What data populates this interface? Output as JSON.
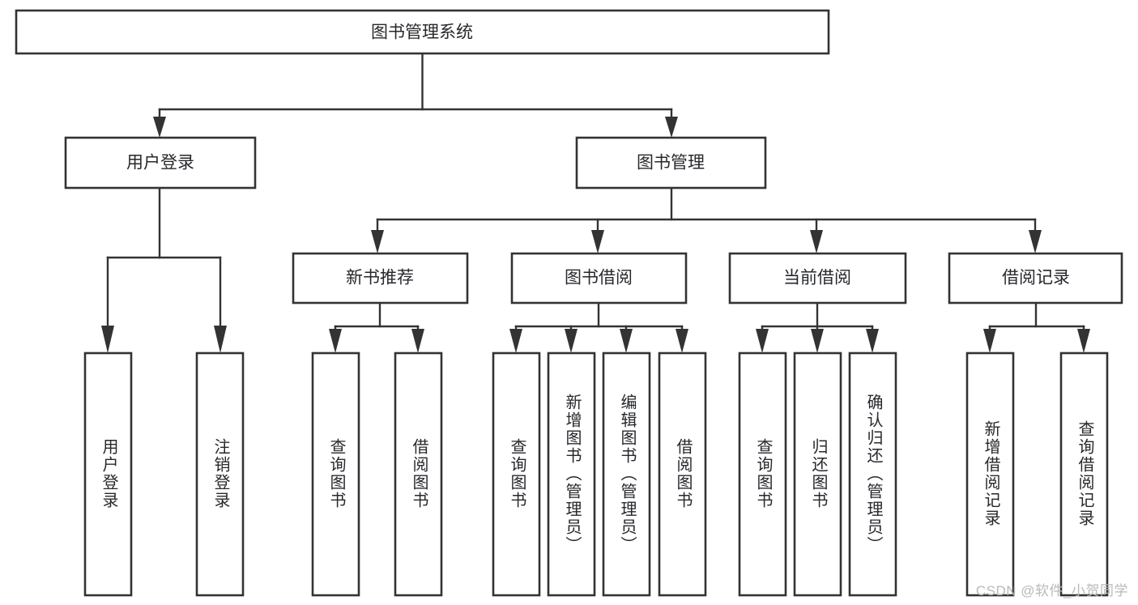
{
  "diagram": {
    "type": "tree-hierarchy",
    "title": "图书管理系统",
    "orientation": "top-down",
    "levels": 4,
    "root": {
      "id": "root",
      "label": "图书管理系统",
      "level": 1
    },
    "level2": [
      {
        "id": "user-login",
        "label": "用户登录",
        "level": 2
      },
      {
        "id": "book-management",
        "label": "图书管理",
        "level": 2
      }
    ],
    "level3": [
      {
        "id": "new-book-recommend",
        "label": "新书推荐",
        "level": 3,
        "parent": "book-management"
      },
      {
        "id": "book-borrow",
        "label": "图书借阅",
        "level": 3,
        "parent": "book-management"
      },
      {
        "id": "current-borrow",
        "label": "当前借阅",
        "level": 3,
        "parent": "book-management"
      },
      {
        "id": "borrow-record",
        "label": "借阅记录",
        "level": 3,
        "parent": "book-management"
      }
    ],
    "leaves": [
      {
        "id": "leaf-user-login",
        "label": "用户登录",
        "parent": "user-login"
      },
      {
        "id": "leaf-user-logout",
        "label": "注销登录",
        "parent": "user-login"
      },
      {
        "id": "leaf-query-book-1",
        "label": "查询图书",
        "parent": "new-book-recommend"
      },
      {
        "id": "leaf-borrow-book-1",
        "label": "借阅图书",
        "parent": "new-book-recommend"
      },
      {
        "id": "leaf-query-book-2",
        "label": "查询图书",
        "parent": "book-borrow"
      },
      {
        "id": "leaf-add-book",
        "label": "新增图书（管理员）",
        "parent": "book-borrow"
      },
      {
        "id": "leaf-edit-book",
        "label": "编辑图书（管理员）",
        "parent": "book-borrow"
      },
      {
        "id": "leaf-borrow-book-2",
        "label": "借阅图书",
        "parent": "book-borrow"
      },
      {
        "id": "leaf-query-book-3",
        "label": "查询图书",
        "parent": "current-borrow"
      },
      {
        "id": "leaf-return-book",
        "label": "归还图书",
        "parent": "current-borrow"
      },
      {
        "id": "leaf-confirm-return",
        "label": "确认归还（管理员）",
        "parent": "current-borrow"
      },
      {
        "id": "leaf-add-record",
        "label": "新增借阅记录",
        "parent": "borrow-record"
      },
      {
        "id": "leaf-query-record",
        "label": "查询借阅记录",
        "parent": "borrow-record"
      }
    ]
  },
  "watermark": {
    "text": "CSDN @软件_小贺同学"
  },
  "colors": {
    "stroke": "#333333",
    "box_fill": "#ffffff",
    "text": "#26282c",
    "background": "#ffffff",
    "watermark": "#b9b9b9"
  }
}
